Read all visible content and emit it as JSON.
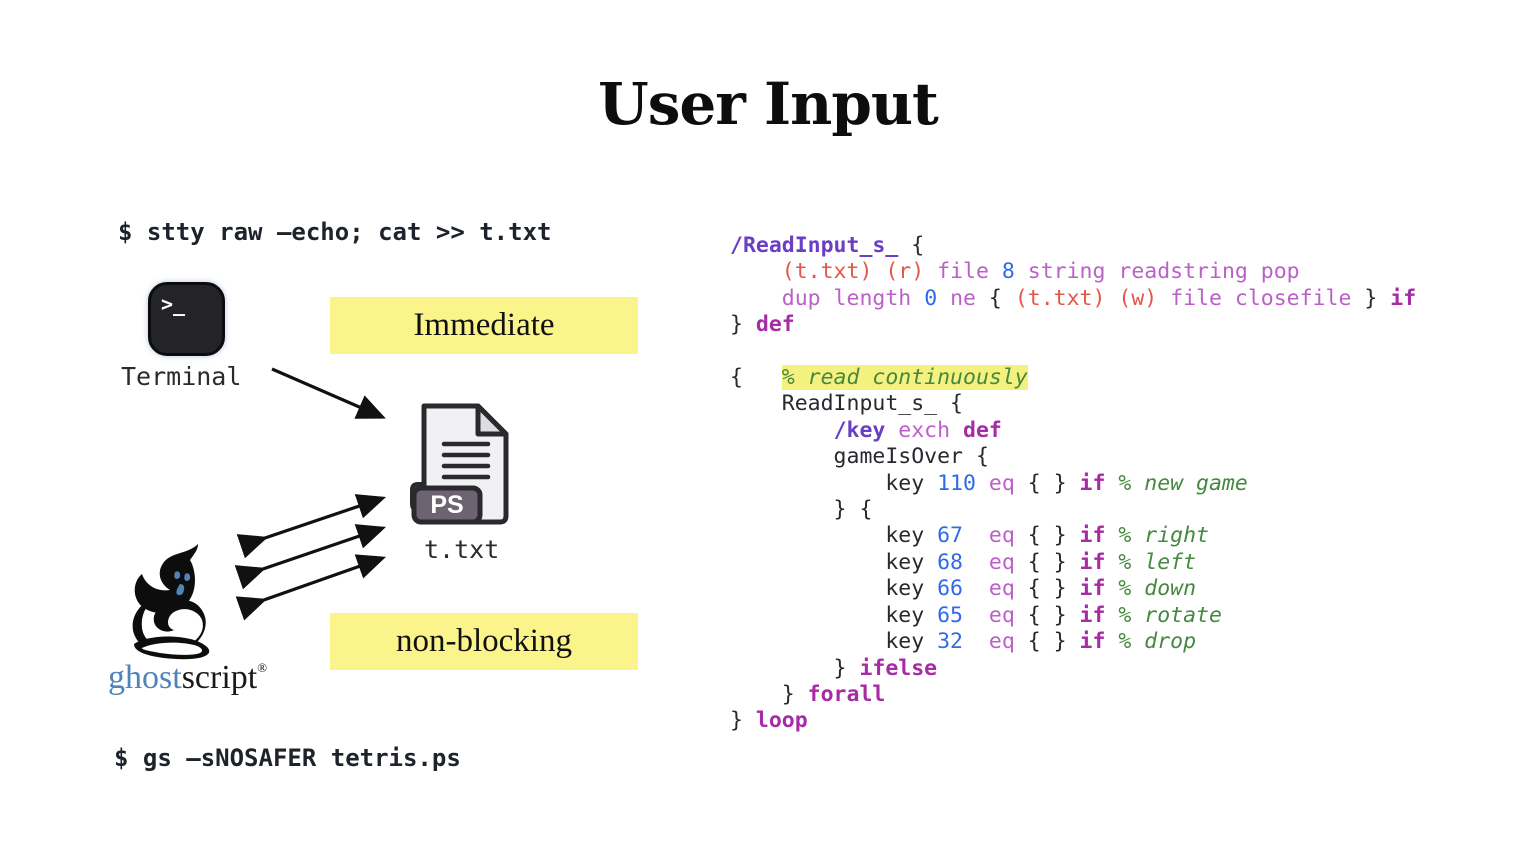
{
  "slide": {
    "title": "User Input"
  },
  "left_panel": {
    "command_top": "$ stty raw —echo; cat >> t.txt",
    "terminal": {
      "icon_glyph": ">_",
      "label": "Terminal"
    },
    "immediate_label": "Immediate",
    "file": {
      "badge": "PS",
      "label": "t.txt"
    },
    "ghostscript": {
      "word_blue": "ghost",
      "word_dark": "script",
      "registered": "®"
    },
    "nonblocking_label": "non-blocking",
    "command_bottom": "$ gs —sNOSAFER tetris.ps"
  },
  "colors": {
    "highlight_yellow_box": "#faf48b",
    "comment_highlight": "#f5f17e",
    "code_plain": "#27292e",
    "code_literal_name": "#6a3fc4",
    "code_operator": "#bb60c8",
    "code_keyword": "#a62ba5",
    "code_string": "#e4564a",
    "code_number": "#2f6be6",
    "code_comment": "#45883f",
    "ghostscript_blue": "#4e84b8",
    "terminal_icon_bg": "#242428",
    "file_badge_bg": "#6c6471"
  },
  "code": {
    "language": "postscript",
    "lines": [
      [
        {
          "t": "/ReadInput_s_",
          "c": "name"
        },
        {
          "t": " {",
          "c": "plain"
        }
      ],
      [
        {
          "t": "    ",
          "c": "plain"
        },
        {
          "t": "(t.txt)",
          "c": "str"
        },
        {
          "t": " ",
          "c": "plain"
        },
        {
          "t": "(r)",
          "c": "str"
        },
        {
          "t": " ",
          "c": "plain"
        },
        {
          "t": "file",
          "c": "op"
        },
        {
          "t": " ",
          "c": "plain"
        },
        {
          "t": "8",
          "c": "num"
        },
        {
          "t": " ",
          "c": "plain"
        },
        {
          "t": "string readstring pop",
          "c": "op"
        }
      ],
      [
        {
          "t": "    ",
          "c": "plain"
        },
        {
          "t": "dup length",
          "c": "op"
        },
        {
          "t": " ",
          "c": "plain"
        },
        {
          "t": "0",
          "c": "num"
        },
        {
          "t": " ",
          "c": "plain"
        },
        {
          "t": "ne",
          "c": "op"
        },
        {
          "t": " { ",
          "c": "plain"
        },
        {
          "t": "(t.txt)",
          "c": "str"
        },
        {
          "t": " ",
          "c": "plain"
        },
        {
          "t": "(w)",
          "c": "str"
        },
        {
          "t": " ",
          "c": "plain"
        },
        {
          "t": "file closefile",
          "c": "op"
        },
        {
          "t": " } ",
          "c": "plain"
        },
        {
          "t": "if",
          "c": "kw"
        }
      ],
      [
        {
          "t": "} ",
          "c": "plain"
        },
        {
          "t": "def",
          "c": "kw"
        }
      ],
      [],
      [
        {
          "t": "{   ",
          "c": "plain"
        },
        {
          "t": "% read continuously",
          "c": "comhl"
        }
      ],
      [
        {
          "t": "    ReadInput_s_ {",
          "c": "plain"
        }
      ],
      [
        {
          "t": "        ",
          "c": "plain"
        },
        {
          "t": "/key",
          "c": "name"
        },
        {
          "t": " ",
          "c": "plain"
        },
        {
          "t": "exch",
          "c": "op"
        },
        {
          "t": " ",
          "c": "plain"
        },
        {
          "t": "def",
          "c": "kw"
        }
      ],
      [
        {
          "t": "        gameIsOver {",
          "c": "plain"
        }
      ],
      [
        {
          "t": "            key ",
          "c": "plain"
        },
        {
          "t": "110",
          "c": "num"
        },
        {
          "t": " ",
          "c": "plain"
        },
        {
          "t": "eq",
          "c": "op"
        },
        {
          "t": " { } ",
          "c": "plain"
        },
        {
          "t": "if",
          "c": "kw"
        },
        {
          "t": " ",
          "c": "plain"
        },
        {
          "t": "% new game",
          "c": "com"
        }
      ],
      [
        {
          "t": "        } {",
          "c": "plain"
        }
      ],
      [
        {
          "t": "            key ",
          "c": "plain"
        },
        {
          "t": "67",
          "c": "num"
        },
        {
          "t": "  ",
          "c": "plain"
        },
        {
          "t": "eq",
          "c": "op"
        },
        {
          "t": " { } ",
          "c": "plain"
        },
        {
          "t": "if",
          "c": "kw"
        },
        {
          "t": " ",
          "c": "plain"
        },
        {
          "t": "% right",
          "c": "com"
        }
      ],
      [
        {
          "t": "            key ",
          "c": "plain"
        },
        {
          "t": "68",
          "c": "num"
        },
        {
          "t": "  ",
          "c": "plain"
        },
        {
          "t": "eq",
          "c": "op"
        },
        {
          "t": " { } ",
          "c": "plain"
        },
        {
          "t": "if",
          "c": "kw"
        },
        {
          "t": " ",
          "c": "plain"
        },
        {
          "t": "% left",
          "c": "com"
        }
      ],
      [
        {
          "t": "            key ",
          "c": "plain"
        },
        {
          "t": "66",
          "c": "num"
        },
        {
          "t": "  ",
          "c": "plain"
        },
        {
          "t": "eq",
          "c": "op"
        },
        {
          "t": " { } ",
          "c": "plain"
        },
        {
          "t": "if",
          "c": "kw"
        },
        {
          "t": " ",
          "c": "plain"
        },
        {
          "t": "% down",
          "c": "com"
        }
      ],
      [
        {
          "t": "            key ",
          "c": "plain"
        },
        {
          "t": "65",
          "c": "num"
        },
        {
          "t": "  ",
          "c": "plain"
        },
        {
          "t": "eq",
          "c": "op"
        },
        {
          "t": " { } ",
          "c": "plain"
        },
        {
          "t": "if",
          "c": "kw"
        },
        {
          "t": " ",
          "c": "plain"
        },
        {
          "t": "% rotate",
          "c": "com"
        }
      ],
      [
        {
          "t": "            key ",
          "c": "plain"
        },
        {
          "t": "32",
          "c": "num"
        },
        {
          "t": "  ",
          "c": "plain"
        },
        {
          "t": "eq",
          "c": "op"
        },
        {
          "t": " { } ",
          "c": "plain"
        },
        {
          "t": "if",
          "c": "kw"
        },
        {
          "t": " ",
          "c": "plain"
        },
        {
          "t": "% drop",
          "c": "com"
        }
      ],
      [
        {
          "t": "        } ",
          "c": "plain"
        },
        {
          "t": "ifelse",
          "c": "kw"
        }
      ],
      [
        {
          "t": "    } ",
          "c": "plain"
        },
        {
          "t": "forall",
          "c": "kw"
        }
      ],
      [
        {
          "t": "} ",
          "c": "plain"
        },
        {
          "t": "loop",
          "c": "kw"
        }
      ]
    ]
  }
}
